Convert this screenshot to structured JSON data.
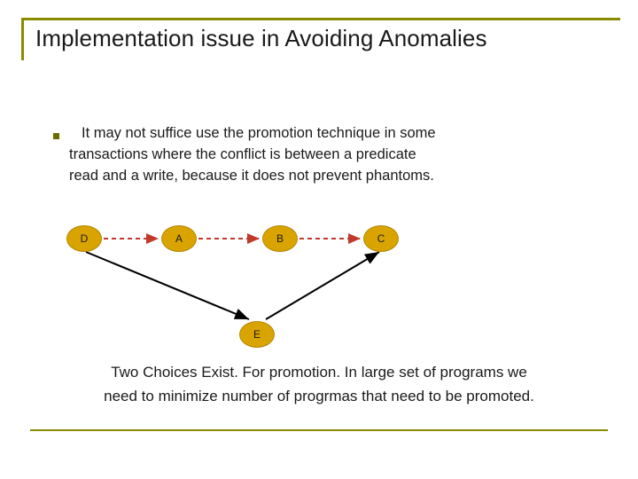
{
  "slide": {
    "title": "Implementation issue in Avoiding Anomalies",
    "bullet": {
      "marker": "square-bullet",
      "line1": "It may not suffice use the promotion technique in some",
      "line2": "transactions where the conflict is between a predicate",
      "line3": "read and a write, because it does not prevent phantoms."
    },
    "diagram": {
      "nodes": [
        {
          "id": "D",
          "label": "D"
        },
        {
          "id": "A",
          "label": "A"
        },
        {
          "id": "B",
          "label": "B"
        },
        {
          "id": "C",
          "label": "C"
        },
        {
          "id": "E",
          "label": "E"
        }
      ],
      "edges": [
        {
          "from": "D",
          "to": "A",
          "style": "dashed",
          "color": "#c0392b"
        },
        {
          "from": "A",
          "to": "B",
          "style": "dashed",
          "color": "#c0392b"
        },
        {
          "from": "B",
          "to": "C",
          "style": "dashed",
          "color": "#c0392b"
        },
        {
          "from": "D",
          "to": "E",
          "style": "solid",
          "color": "#000000"
        },
        {
          "from": "E",
          "to": "C",
          "style": "solid",
          "color": "#000000"
        }
      ]
    },
    "footer": {
      "line1": "Two Choices Exist. For promotion. In large set of programs we",
      "line2": "need to minimize number of progrmas that need to be promoted."
    },
    "colors": {
      "accent_rule": "#8a8a00",
      "node_fill": "#d9a400",
      "dashed_edge": "#c0392b",
      "solid_edge": "#000000",
      "text": "#1a1a1a"
    }
  }
}
